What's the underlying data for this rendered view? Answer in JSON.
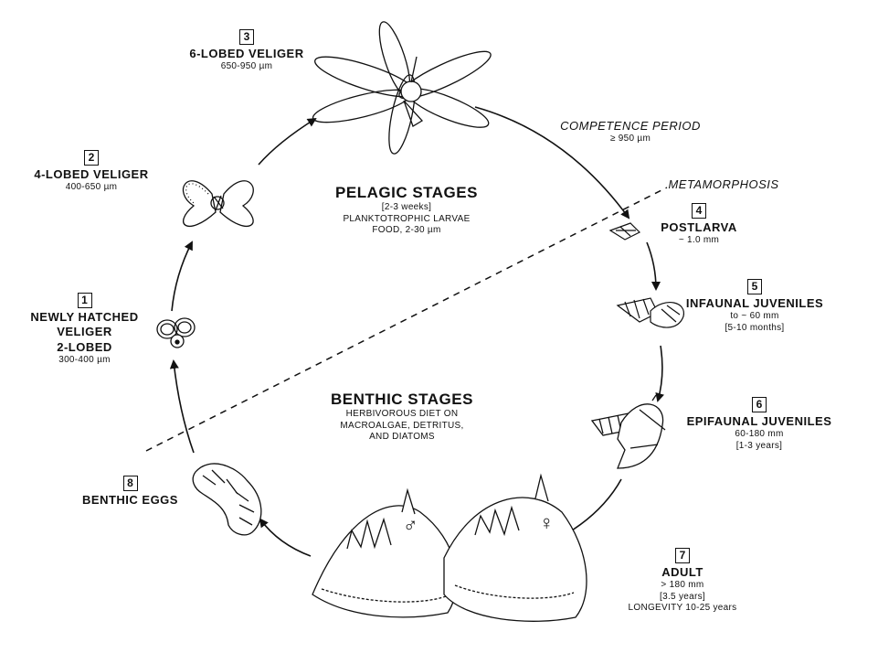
{
  "stages": [
    {
      "num": "1",
      "title": [
        "NEWLY HATCHED",
        "VELIGER",
        "2-LOBED"
      ],
      "sub": [
        "300-400 µm"
      ]
    },
    {
      "num": "2",
      "title": [
        "4-LOBED VELIGER"
      ],
      "sub": [
        "400-650 µm"
      ]
    },
    {
      "num": "3",
      "title": [
        "6-LOBED VELIGER"
      ],
      "sub": [
        "650-950 µm"
      ]
    },
    {
      "num": "4",
      "title": [
        "POSTLARVA"
      ],
      "sub": [
        "~ 1.0 mm"
      ]
    },
    {
      "num": "5",
      "title": [
        "INFAUNAL JUVENILES"
      ],
      "sub": [
        "to ~ 60 mm",
        "[5-10 months]"
      ]
    },
    {
      "num": "6",
      "title": [
        "EPIFAUNAL JUVENILES"
      ],
      "sub": [
        "60-180 mm",
        "[1-3 years]"
      ]
    },
    {
      "num": "7",
      "title": [
        "ADULT"
      ],
      "sub": [
        "> 180 mm",
        "[3.5 years]",
        "LONGEVITY 10-25 years"
      ]
    },
    {
      "num": "8",
      "title": [
        "BENTHIC EGGS"
      ],
      "sub": []
    }
  ],
  "pelagic": {
    "title": "PELAGIC STAGES",
    "lines": [
      "[2-3 weeks]",
      "PLANKTOTROPHIC LARVAE",
      "FOOD, 2-30 µm"
    ]
  },
  "benthic": {
    "title": "BENTHIC STAGES",
    "lines": [
      "HERBIVOROUS DIET ON",
      "MACROALGAE, DETRITUS,",
      "AND DIATOMS"
    ]
  },
  "competence": {
    "title": "COMPETENCE PERIOD",
    "value": "≥ 950 µm"
  },
  "metamorphosis": "METAMORPHOSIS",
  "symbols": {
    "male": "♂",
    "female": "♀"
  }
}
